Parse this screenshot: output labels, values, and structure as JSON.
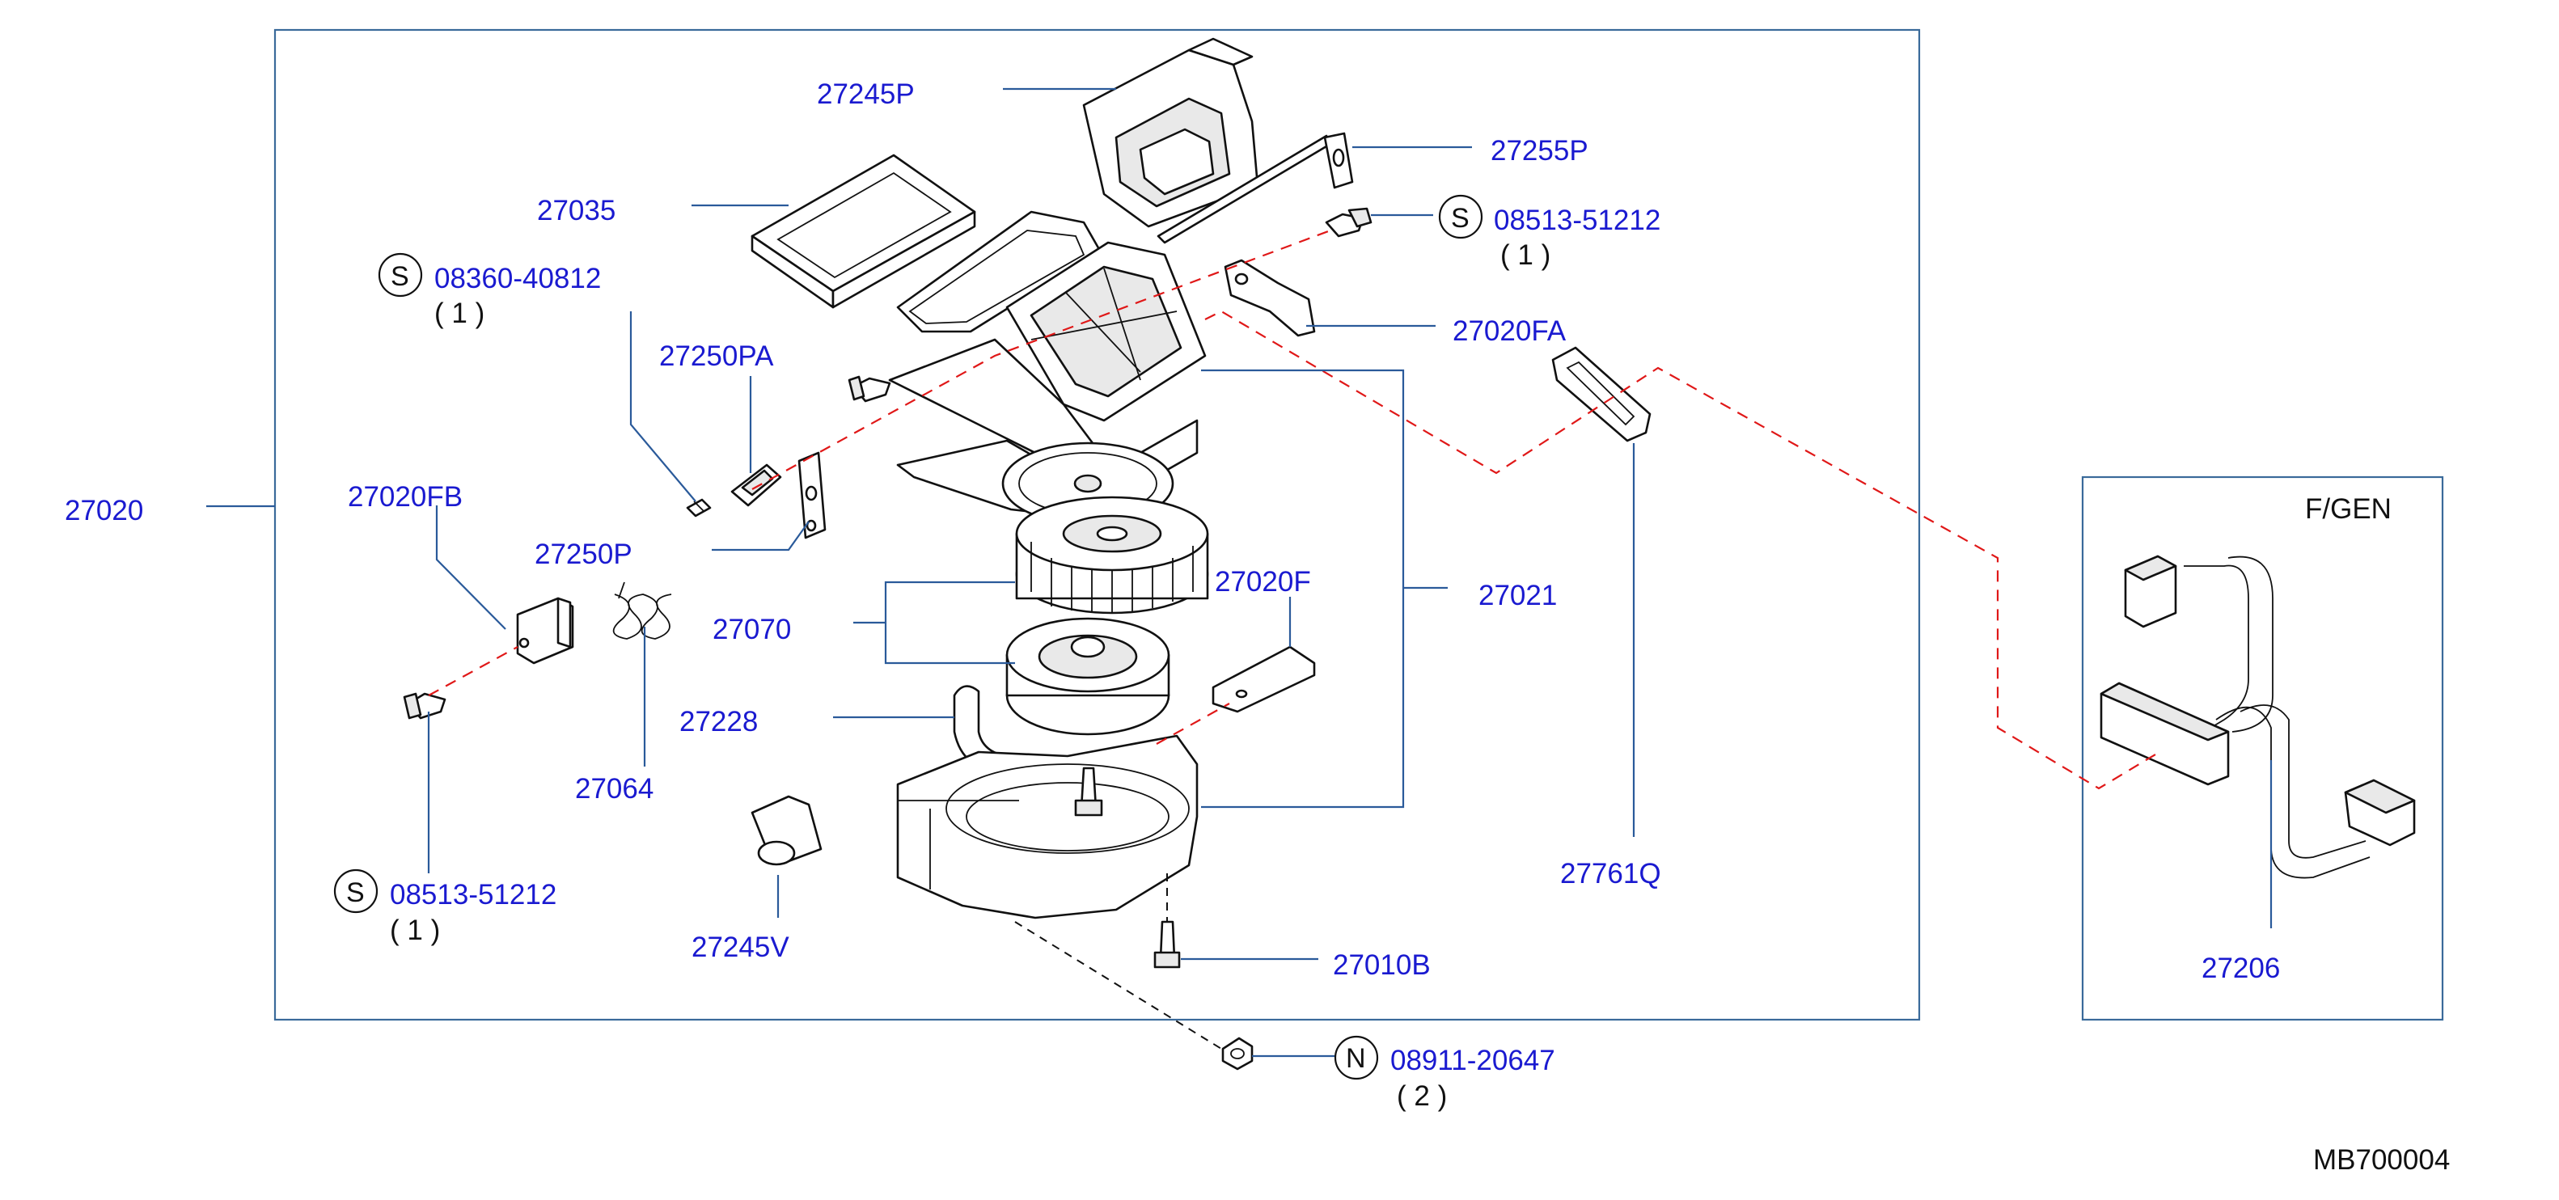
{
  "parts": {
    "p27245P": "27245P",
    "p27255P": "27255P",
    "p27035": "27035",
    "p27020FA": "27020FA",
    "p27250PA": "27250PA",
    "p27020": "27020",
    "p27020FB": "27020FB",
    "p27250P": "27250P",
    "p27070": "27070",
    "p27020F": "27020F",
    "p27021": "27021",
    "p27228": "27228",
    "p27064": "27064",
    "p27761Q": "27761Q",
    "p27245V": "27245V",
    "p27010B": "27010B",
    "p27206": "27206"
  },
  "fasteners": {
    "s1": {
      "letter": "S",
      "code": "08513-51212",
      "qty": "( 1 )"
    },
    "s2": {
      "letter": "S",
      "code": "08360-40812",
      "qty": "( 1 )"
    },
    "s3": {
      "letter": "S",
      "code": "08513-51212",
      "qty": "( 1 )"
    },
    "n1": {
      "letter": "N",
      "code": "08911-20647",
      "qty": "( 2 )"
    }
  },
  "inset_title": "F/GEN",
  "diagram_code": "MB700004",
  "colors": {
    "label": "#1a1ad0",
    "leader": "#2a5a9a",
    "connector_dash": "#e01818"
  }
}
